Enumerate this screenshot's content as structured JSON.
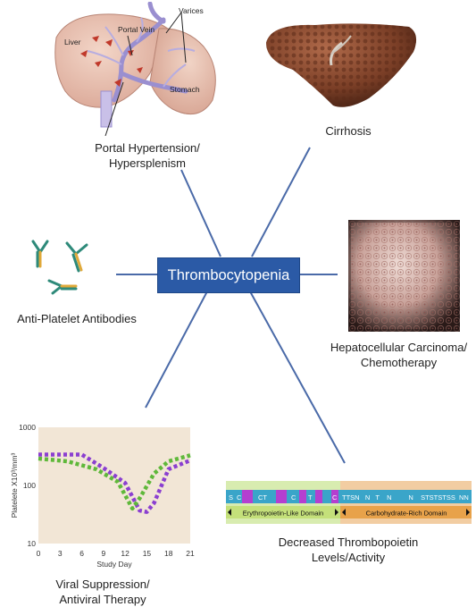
{
  "center": {
    "label": "Thrombocytopenia"
  },
  "colors": {
    "connector": "#4a6aa8",
    "center_box": "#2b5aa6",
    "chart_bg": "#f2e6d6",
    "series1": "#8b3fd0",
    "series2": "#5fb83a"
  },
  "causes": {
    "portal": {
      "caption_line1": "Portal Hypertension/",
      "caption_line2": "Hypersplenism",
      "labels": {
        "liver": "Liver",
        "portal_vein": "Portal Vein",
        "varices": "Varices",
        "stomach": "Stomach"
      }
    },
    "cirrhosis": {
      "caption": "Cirrhosis"
    },
    "antibodies": {
      "caption": "Anti-Platelet Antibodies"
    },
    "hcc": {
      "caption_line1": "Hepatocellular Carcinoma/",
      "caption_line2": "Chemotherapy"
    },
    "viral": {
      "caption_line1": "Viral Suppression/",
      "caption_line2": "Antiviral Therapy"
    },
    "tpo": {
      "caption_line1": "Decreased Thrombopoietin",
      "caption_line2": "Levels/Activity",
      "sequence_left": [
        "S",
        "C",
        "CT",
        "C",
        "T",
        "C"
      ],
      "sequence_right": "TTSN   N   T    N         N    STSTSTSS  NN",
      "domain_left": "Erythropoietin-Like Domain",
      "domain_right": "Carbohydrate-Rich Domain"
    }
  },
  "chart_data": {
    "type": "line",
    "title": "",
    "xlabel": "Study Day",
    "ylabel": "Platelete X10³/mm³",
    "x_ticks": [
      0,
      3,
      6,
      9,
      12,
      15,
      18,
      21
    ],
    "y_ticks": [
      10,
      100,
      1000
    ],
    "ylim": [
      10,
      1000
    ],
    "xlim": [
      0,
      21
    ],
    "yscale": "log",
    "series": [
      {
        "x": [
          0,
          6,
          9,
          12,
          14,
          15,
          16,
          18,
          21
        ],
        "y": [
          340,
          340,
          200,
          110,
          37,
          35,
          50,
          190,
          270
        ]
      },
      {
        "x": [
          0,
          4,
          8,
          11,
          13,
          14,
          16,
          18,
          21
        ],
        "y": [
          290,
          260,
          190,
          115,
          40,
          60,
          160,
          260,
          330
        ]
      }
    ]
  }
}
